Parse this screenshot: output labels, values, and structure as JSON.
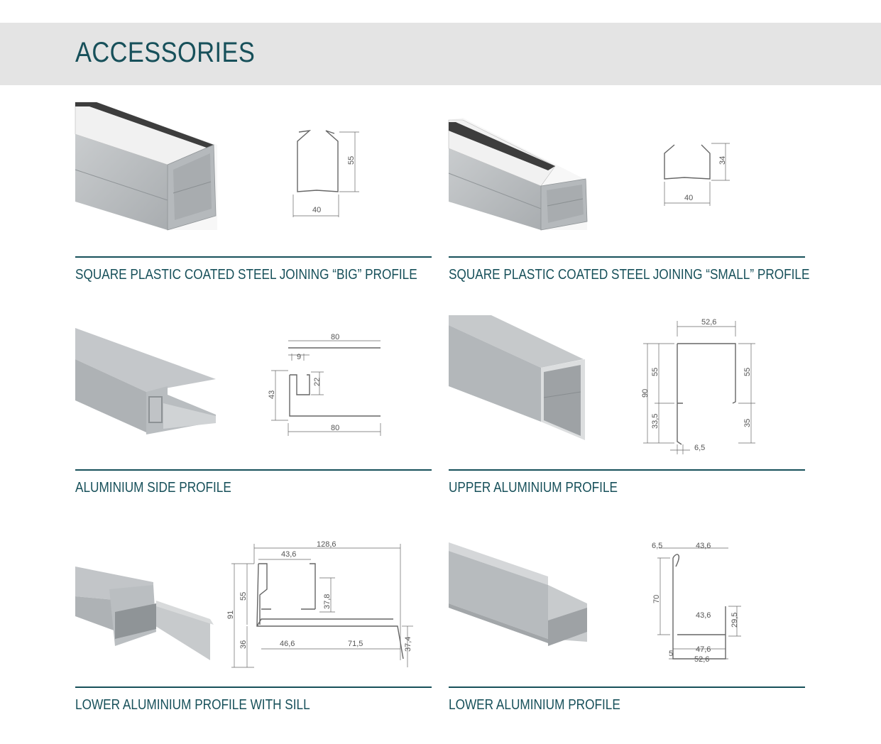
{
  "header": {
    "title": "ACCESSORIES"
  },
  "products": [
    {
      "caption": "SQUARE PLASTIC COATED STEEL JOINING “BIG” PROFILE",
      "dims": [
        "55",
        "40"
      ]
    },
    {
      "caption": "SQUARE PLASTIC COATED STEEL JOINING “SMALL” PROFILE",
      "dims": [
        "34",
        "40"
      ]
    },
    {
      "caption": "ALUMINIUM SIDE PROFILE",
      "dims": [
        "80",
        "9",
        "22",
        "43",
        "80"
      ]
    },
    {
      "caption": "UPPER ALUMINIUM PROFILE",
      "dims": [
        "52,6",
        "90",
        "55",
        "33,5",
        "55",
        "35",
        "6,5"
      ]
    },
    {
      "caption": "LOWER ALUMINIUM PROFILE WITH SILL",
      "dims": [
        "128,6",
        "43,6",
        "91",
        "55",
        "37,8",
        "36",
        "46,6",
        "71,5",
        "37,4"
      ]
    },
    {
      "caption": "LOWER ALUMINIUM PROFILE",
      "dims": [
        "6,5",
        "43,6",
        "70",
        "43,6",
        "29,5",
        "47,6",
        "5",
        "52,6"
      ]
    }
  ]
}
